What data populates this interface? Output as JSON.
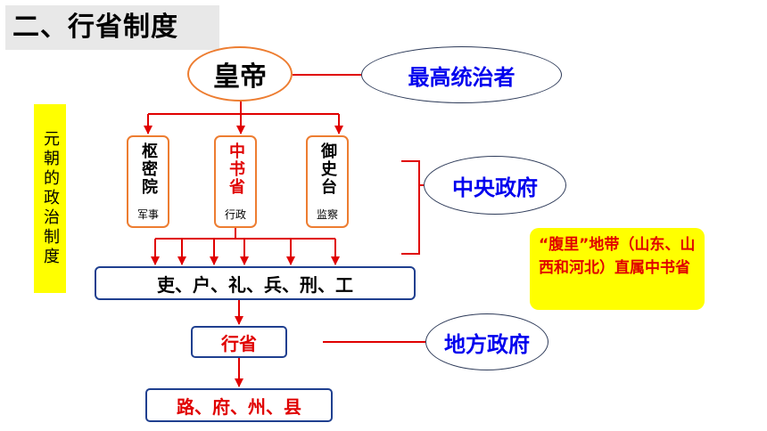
{
  "title": "二、行省制度",
  "emperor": "皇帝",
  "supreme_label": "最高统治者",
  "sidebar_label": "元朝的政治制度",
  "central_agencies": [
    {
      "name": "枢密院",
      "role": "军事"
    },
    {
      "name": "中书省",
      "role": "行政"
    },
    {
      "name": "御史台",
      "role": "监察"
    }
  ],
  "central_label": "中央政府",
  "ministries": "吏、户、礼、兵、刑、工",
  "province": "行省",
  "local_label": "地方政府",
  "sub_units": "路、府、州、县",
  "note": "“腹里”地带（山东、山西和河北）直属中书省",
  "colors": {
    "arrow_red": "#e00000",
    "box_orange": "#ed7d31",
    "box_blue": "#1f3f8f",
    "label_blue": "#0000ee",
    "highlight_yellow": "#ffff00"
  }
}
